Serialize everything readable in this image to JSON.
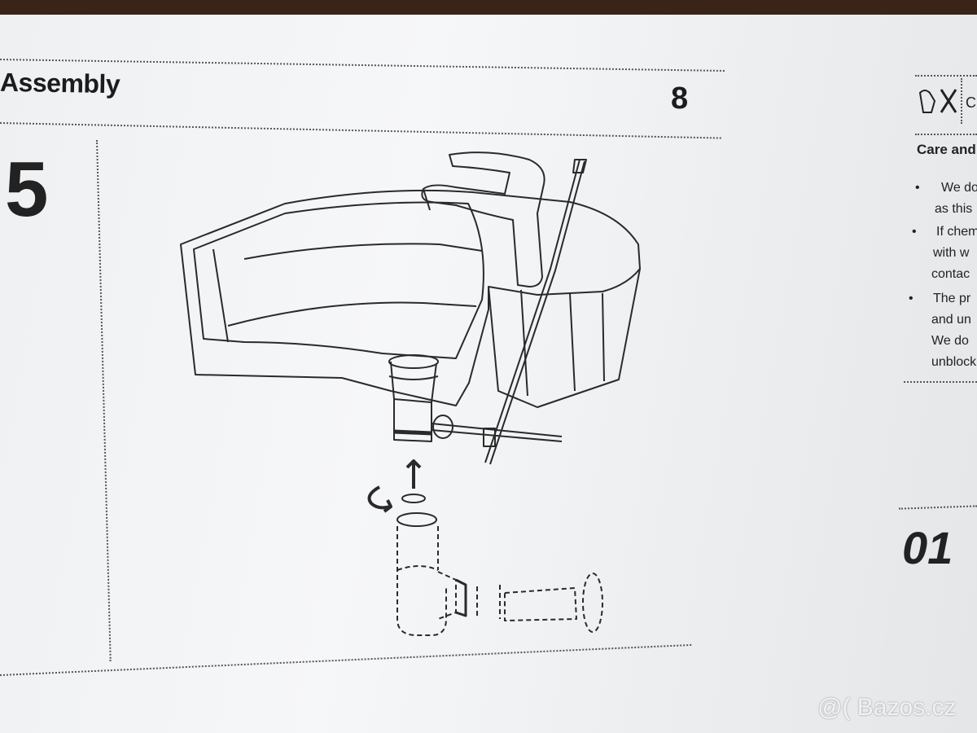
{
  "manual": {
    "section_title": "Assembly",
    "page_number": "8",
    "step_number": "5",
    "next_column": {
      "step_number": "01",
      "care_heading": "Care and",
      "icon_letter": "C",
      "lines": [
        "We do",
        "as this",
        "If chem",
        "with w",
        "contac",
        "The pr",
        "and un",
        "We do",
        "unblock"
      ],
      "bullets": [
        "•",
        "•",
        "•"
      ]
    }
  },
  "watermark": {
    "text": "@( Bazos.cz"
  },
  "colors": {
    "paper": "#eef0f2",
    "ink": "#1c1c1c",
    "background": "#3a2418"
  }
}
